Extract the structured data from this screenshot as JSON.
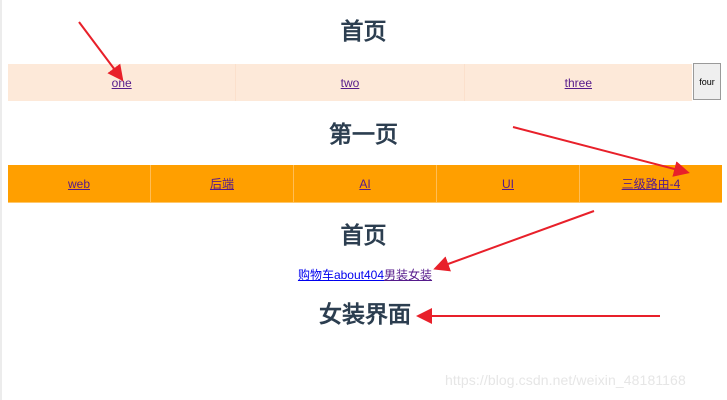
{
  "page": {
    "heading_home_top": "首页",
    "nav_top": {
      "background": "#fde9d9",
      "links": [
        {
          "label": "one"
        },
        {
          "label": "two"
        },
        {
          "label": "three"
        }
      ],
      "button_label": "four"
    },
    "heading_first_page": "第一页",
    "nav_second": {
      "background": "#ff9f00",
      "links": [
        {
          "label": "web"
        },
        {
          "label": "后端"
        },
        {
          "label": "AI"
        },
        {
          "label": "UI"
        },
        {
          "label": "三级路由-4"
        }
      ]
    },
    "heading_home_second": "首页",
    "inline_links": [
      {
        "label": "购物车"
      },
      {
        "label": "about"
      },
      {
        "label": "404"
      },
      {
        "label": "男装"
      },
      {
        "label": "女装"
      }
    ],
    "heading_women": "女装界面",
    "watermark": "https://blog.csdn.net/weixin_48181168",
    "annotation_color": "#e8202a"
  }
}
